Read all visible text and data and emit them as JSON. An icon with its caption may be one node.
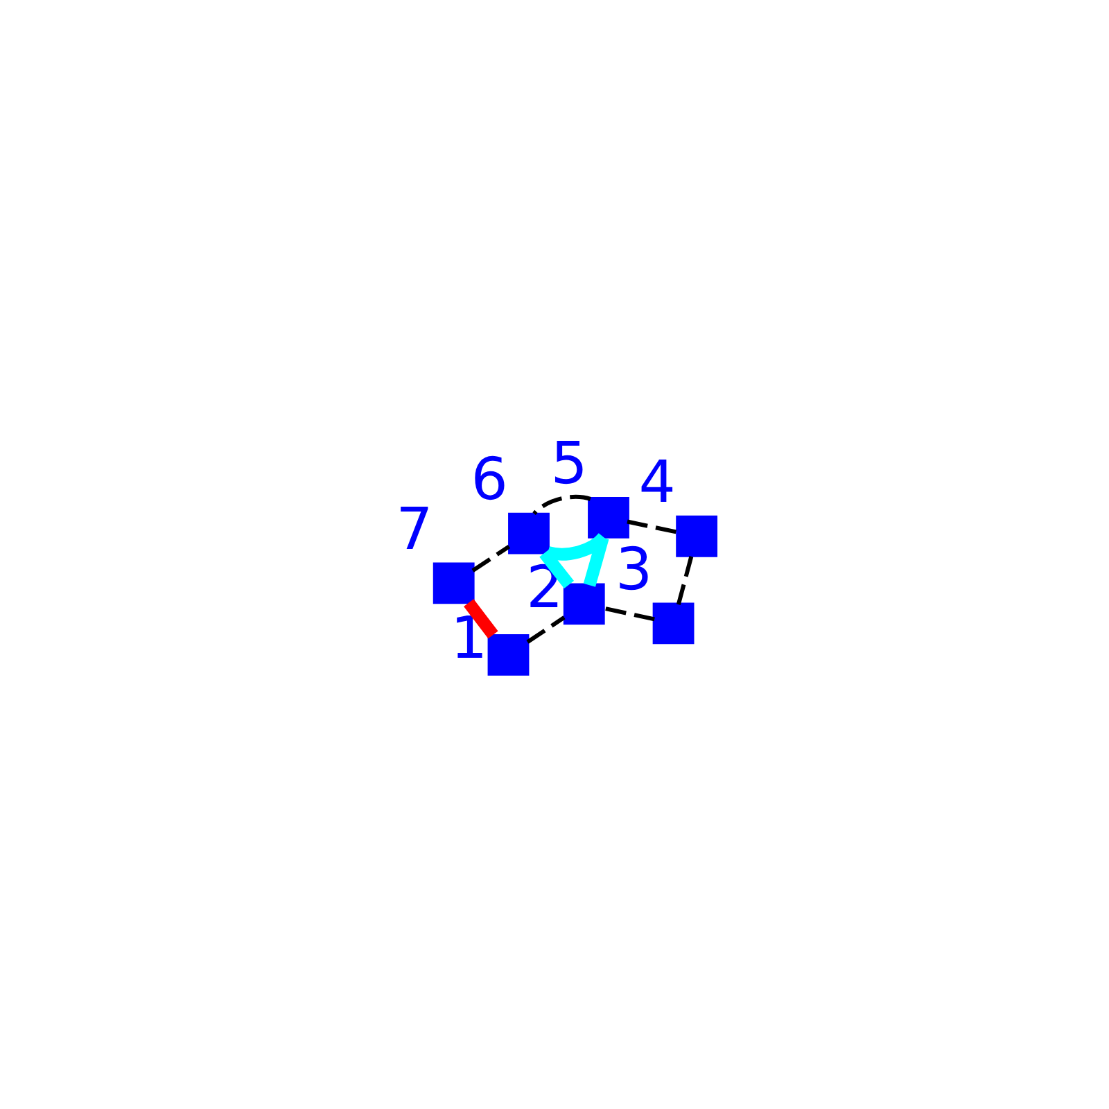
{
  "diagram": {
    "nodes": [
      {
        "text": [],
        "shape": "box",
        "beside": [
          "6"
        ]
      },
      {
        "text": [],
        "shape": "box",
        "beside": [
          "4"
        ]
      },
      {
        "text": [],
        "shape": "box",
        "beside": [
          "7"
        ]
      },
      {
        "text": [],
        "shape": "box",
        "beside": [
          "1"
        ]
      },
      {
        "text": [],
        "shape": "box",
        "beside": [
          "3"
        ]
      },
      {
        "text": [],
        "shape": "box",
        "beside": [
          "5"
        ]
      },
      {
        "text": [],
        "shape": "box",
        "beside": [
          "2"
        ]
      }
    ],
    "edges": [
      {
        "from": 5,
        "to": 0,
        "arrow": "none",
        "style": "thick",
        "color": "#00ffff"
      },
      {
        "from": 5,
        "to": 6,
        "arrow": "none",
        "style": "thick",
        "color": "#00ffff"
      },
      {
        "from": 6,
        "to": 0,
        "arrow": "none",
        "style": "thick",
        "color": "#00ffff"
      },
      {
        "from": 2,
        "to": 3,
        "arrow": "none",
        "style": "thick",
        "color": "#ff0000"
      },
      {
        "from": 5,
        "to": 0,
        "arrow": "none",
        "style": "dashed"
      },
      {
        "from": 5,
        "to": 1,
        "arrow": "none",
        "style": "dashed"
      },
      {
        "from": 1,
        "to": 4,
        "arrow": "none",
        "style": "dashed"
      },
      {
        "from": 2,
        "to": 0,
        "arrow": "none",
        "style": "dashed"
      },
      {
        "from": 3,
        "to": 6,
        "arrow": "none",
        "style": "dashed"
      },
      {
        "from": 4,
        "to": 6,
        "arrow": "none",
        "style": "dashed"
      }
    ]
  }
}
